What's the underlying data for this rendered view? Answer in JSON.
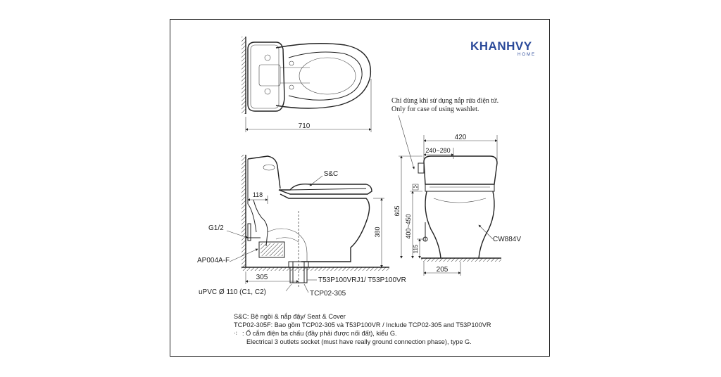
{
  "brand": {
    "name": "KHANHVY",
    "sub": "HOME",
    "color": "#2b4a9a"
  },
  "top_view": {
    "width_dim": "710"
  },
  "side_view": {
    "labels": {
      "seat": "S&C",
      "dim_118": "118",
      "g12": "G1/2",
      "dim_380": "380",
      "ap004": "AP004A-F",
      "dim_305": "305",
      "valve": "T53P100VRJ1/ T53P100VR",
      "upvc": "uPVC Ø 110 (C1, C2)",
      "tcp": "TCP02-305"
    }
  },
  "front_view": {
    "note_vi": "Chỉ dùng khi sử dụng nắp rửa điện tử.",
    "note_en": "Only for case of using washlet.",
    "dim_420": "420",
    "dim_240_280": "240~280",
    "dim_605": "605",
    "dim_400_450": "400~450",
    "dim_115": "115",
    "dim_205": "205",
    "model": "CW884V"
  },
  "notes": {
    "line1": "S&C: Bệ ngồi & nắp đậy/ Seat & Cover",
    "line2": "TCP02-305F: Bao gồm TCP02-305 và T53P100VR / Include TCP02-305 and T53P100VR",
    "line3": ": Ổ cắm điện ba chấu (đầy phải được nối đất), kiểu G.",
    "line4": "Electrical 3 outlets socket (must have really ground connection phase), type G."
  }
}
